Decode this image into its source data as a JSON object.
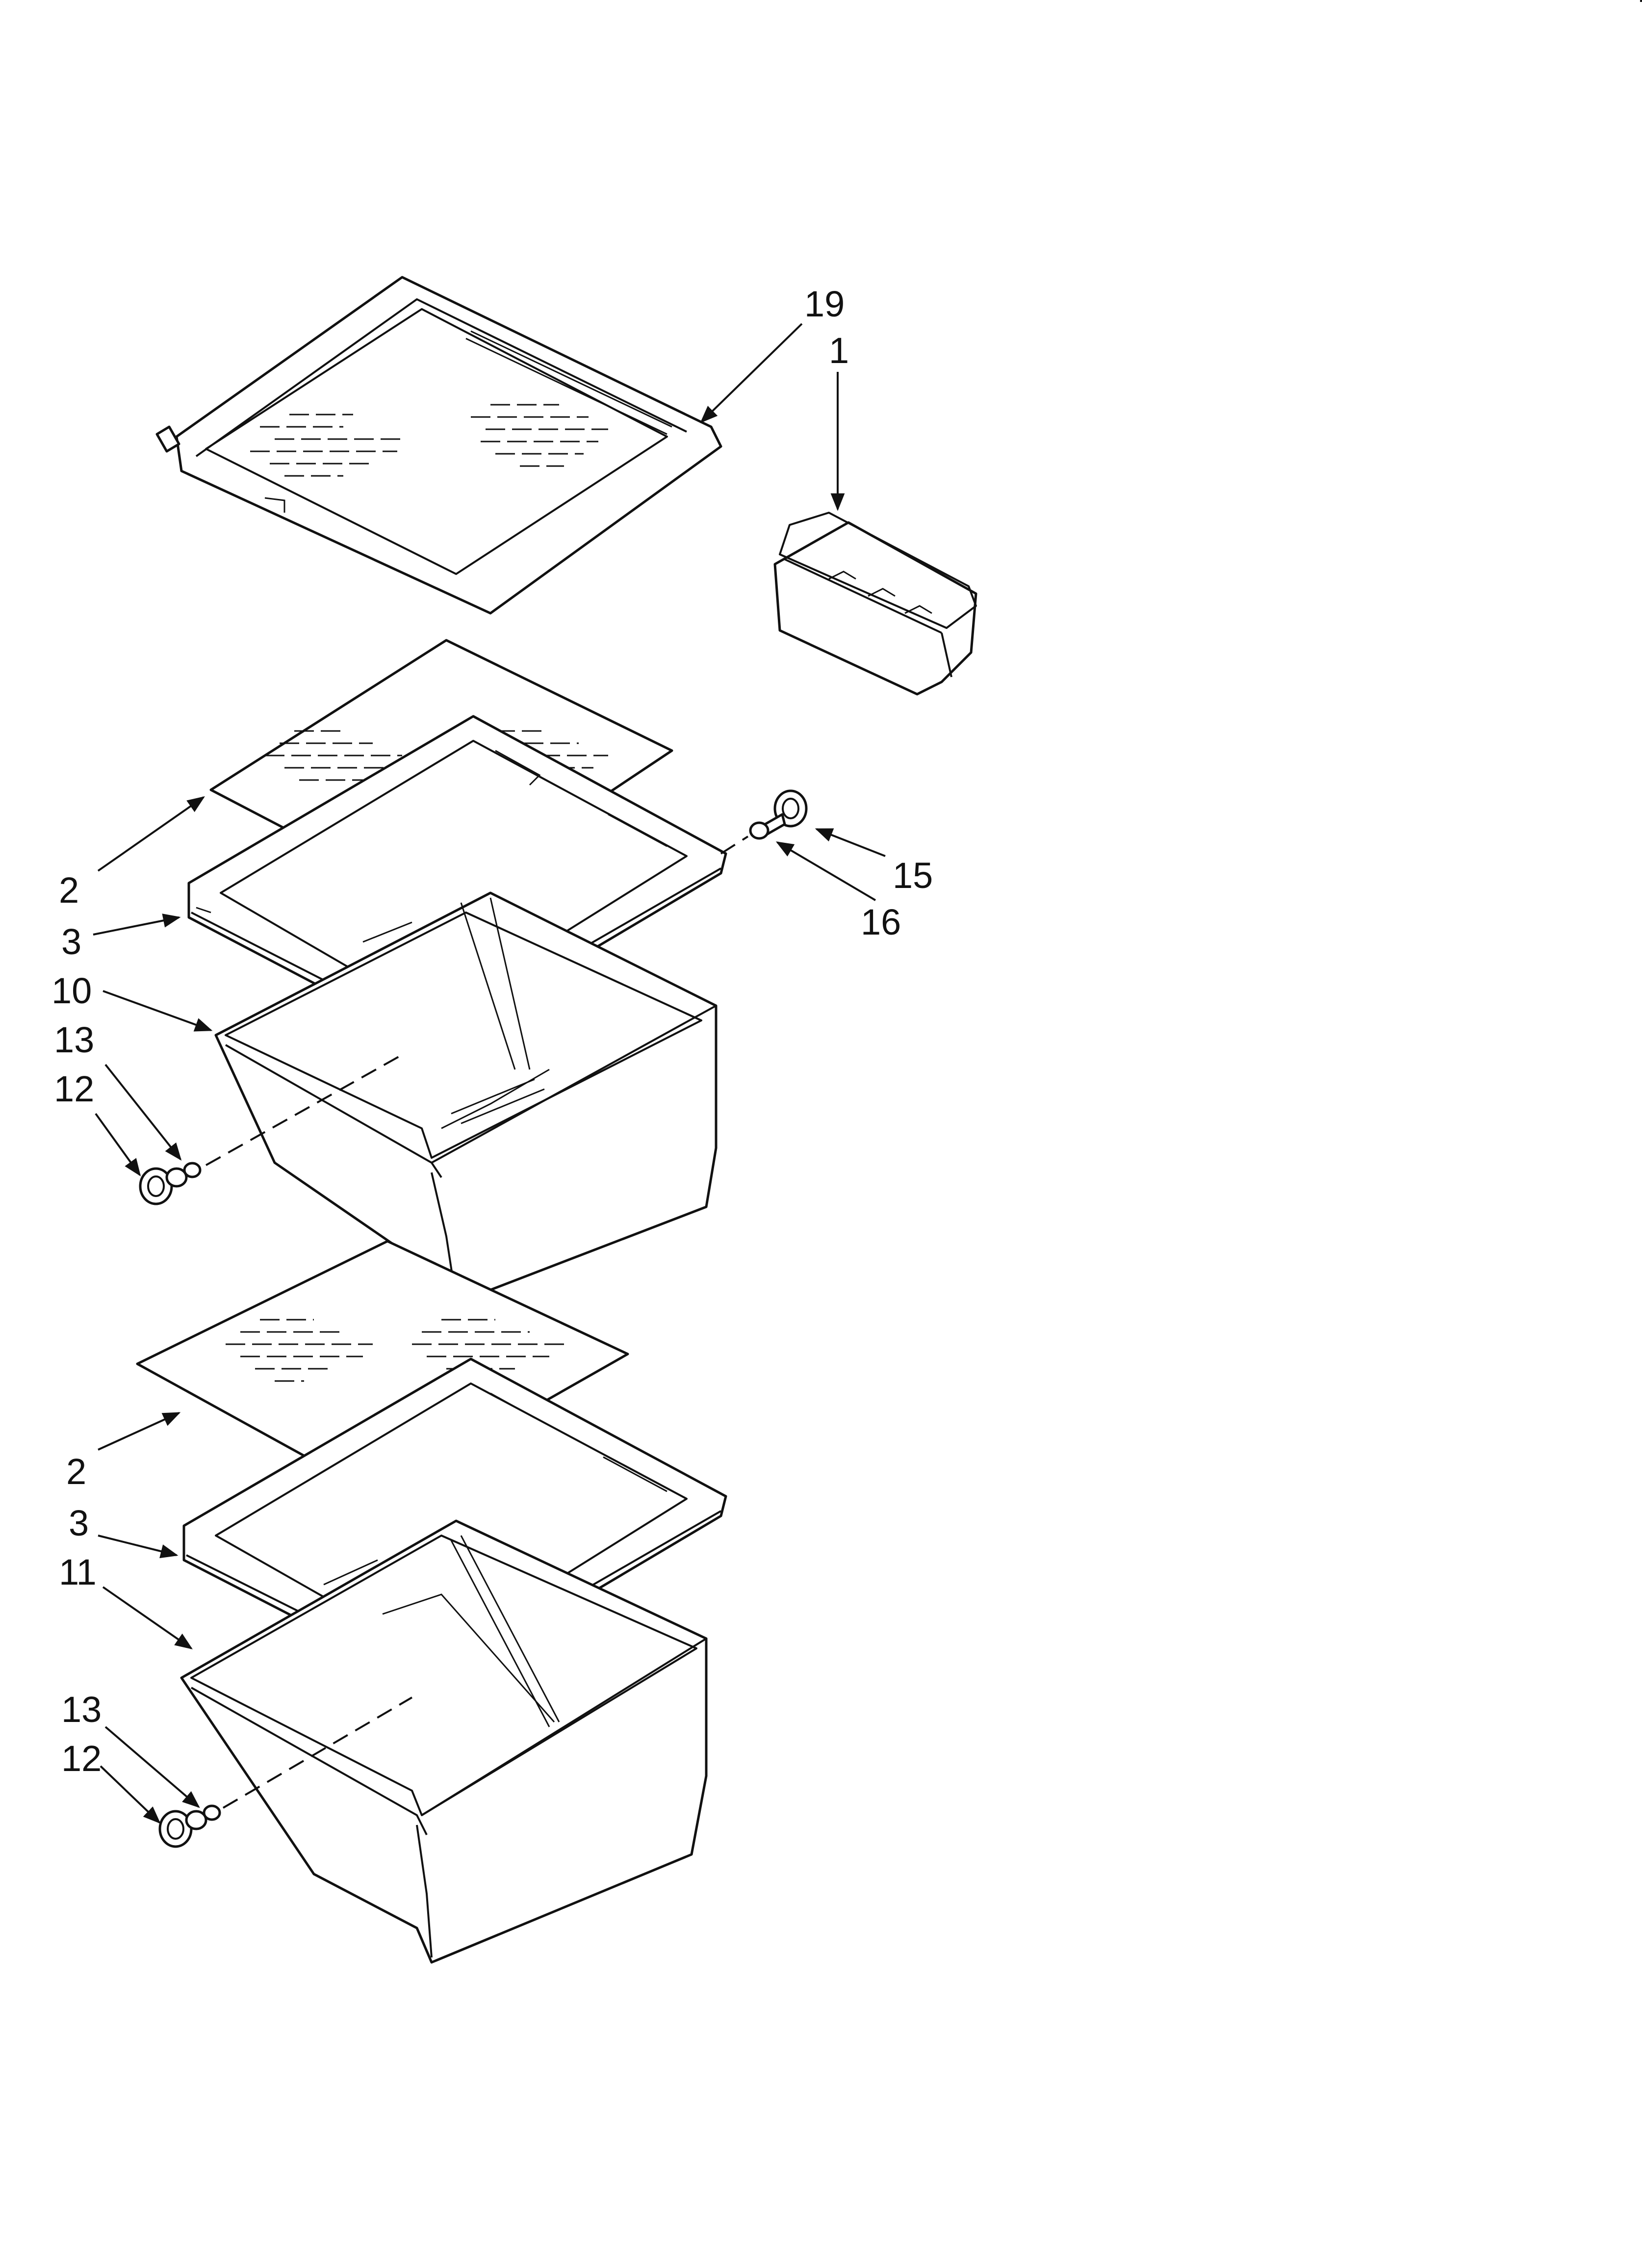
{
  "diagram": {
    "type": "exploded-parts-view",
    "callouts": {
      "c19": "19",
      "c1": "1",
      "c2a": "2",
      "c3a": "3",
      "c10": "10",
      "c13a": "13",
      "c12a": "12",
      "c15": "15",
      "c16": "16",
      "c2b": "2",
      "c3b": "3",
      "c11": "11",
      "c13b": "13",
      "c12b": "12"
    }
  }
}
